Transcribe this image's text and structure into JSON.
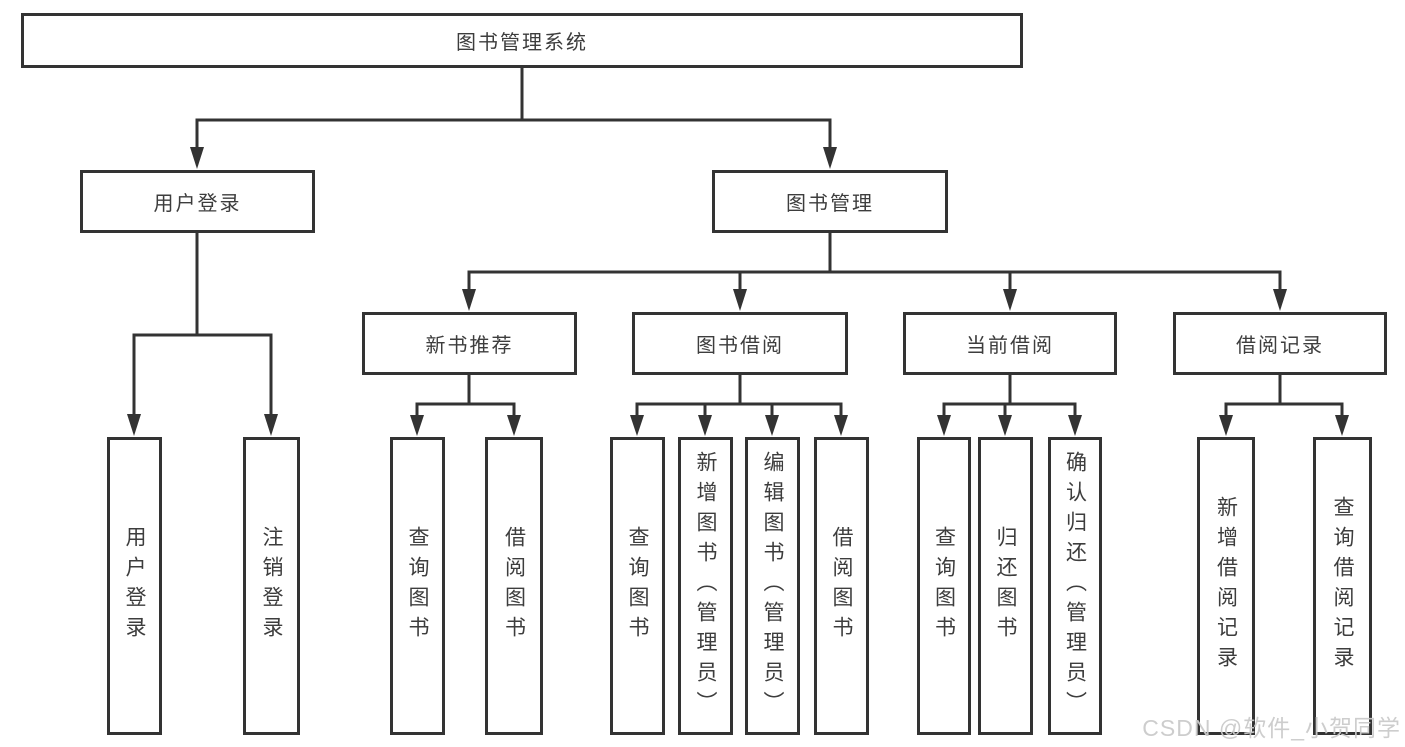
{
  "tree": {
    "root": "图书管理系统",
    "level2": {
      "user_login": "用户登录",
      "book_management": "图书管理"
    },
    "level3": {
      "new_book_recommend": "新书推荐",
      "book_borrowing": "图书借阅",
      "current_borrowing": "当前借阅",
      "borrowing_records": "借阅记录"
    },
    "leaves": {
      "user_login": "用户登录",
      "logout": "注销登录",
      "query_books_recommend": "查询图书",
      "borrow_books_recommend": "借阅图书",
      "query_books_borrowing": "查询图书",
      "add_books_admin": "新增图书（管理员）",
      "edit_books_admin": "编辑图书（管理员）",
      "borrow_books_borrowing": "借阅图书",
      "query_books_current": "查询图书",
      "return_books": "归还图书",
      "confirm_return_admin": "确认归还（管理员）",
      "add_borrowing_record": "新增借阅记录",
      "query_borrowing_record": "查询借阅记录"
    }
  },
  "watermark": "CSDN @软件_小贺同学"
}
